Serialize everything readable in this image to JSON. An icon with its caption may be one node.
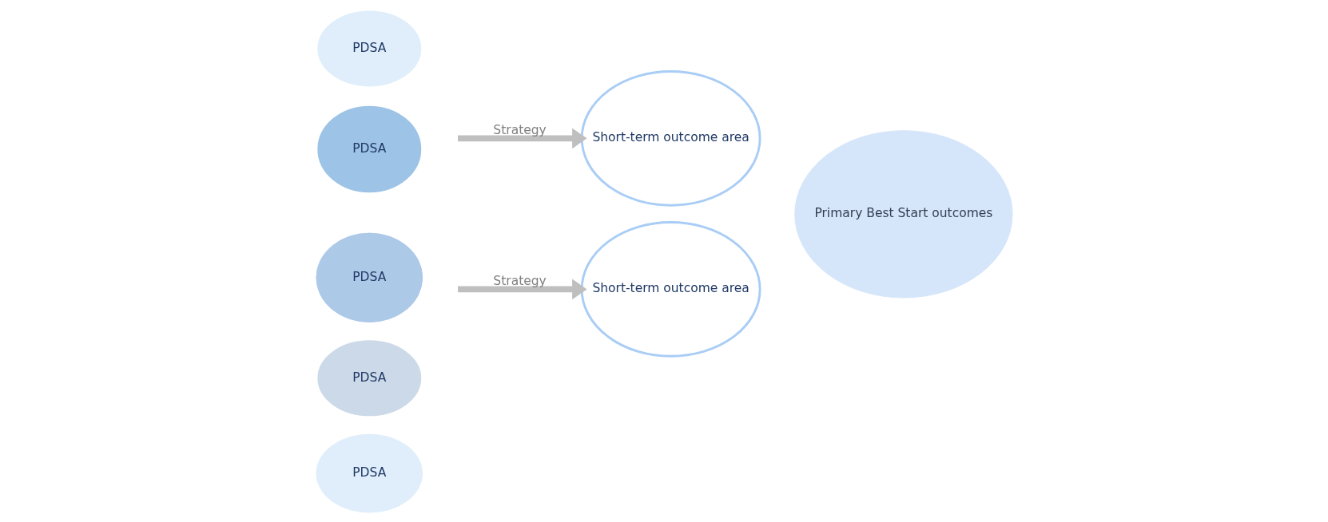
{
  "diagram": {
    "nodes": [
      {
        "text": [
          "PDSA"
        ]
      },
      {
        "text": [
          "PDSA"
        ]
      },
      {
        "text": [
          "PDSA"
        ]
      },
      {
        "text": [
          "Short-term outcome area"
        ]
      },
      {
        "text": [
          "Primary Best Start outcomes"
        ]
      },
      {
        "text": [
          "PDSA"
        ]
      },
      {
        "text": [
          "PDSA"
        ]
      },
      {
        "text": [
          "Short-term outcome area"
        ]
      }
    ],
    "edges": [
      {
        "from": null,
        "to": 3,
        "arrow": "to",
        "label": "Strategy"
      },
      {
        "from": null,
        "to": 7,
        "arrow": "to",
        "label": "Strategy"
      }
    ]
  }
}
